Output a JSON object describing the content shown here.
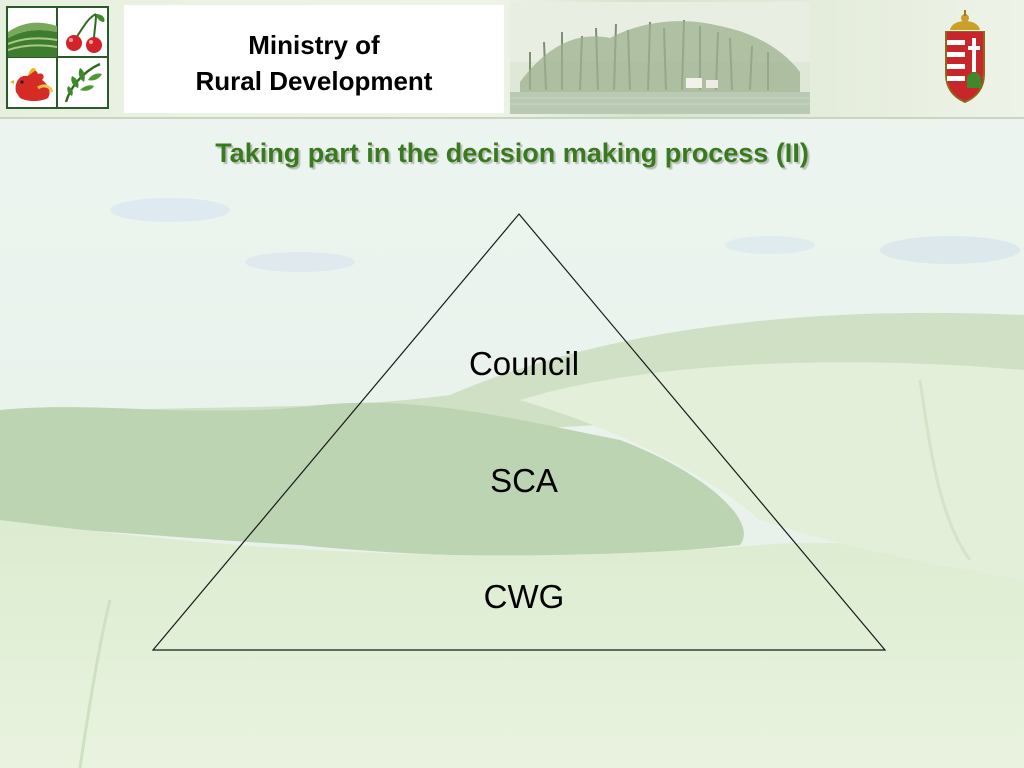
{
  "header": {
    "ministry_line1": "Ministry of",
    "ministry_line2": "Rural Development",
    "logo_icons": [
      "field-icon",
      "cherries-icon",
      "rooster-icon",
      "leaf-icon"
    ],
    "crest_icon": "hungarian-coat-of-arms-icon"
  },
  "slide": {
    "title": "Taking part in the decision making process (II)"
  },
  "diagram": {
    "type": "pyramid",
    "levels": [
      "Council",
      "SCA",
      "CWG"
    ]
  },
  "colors": {
    "title": "#3a7a1e",
    "logo_border": "#2a5a2a",
    "background": "#e9f2df"
  }
}
